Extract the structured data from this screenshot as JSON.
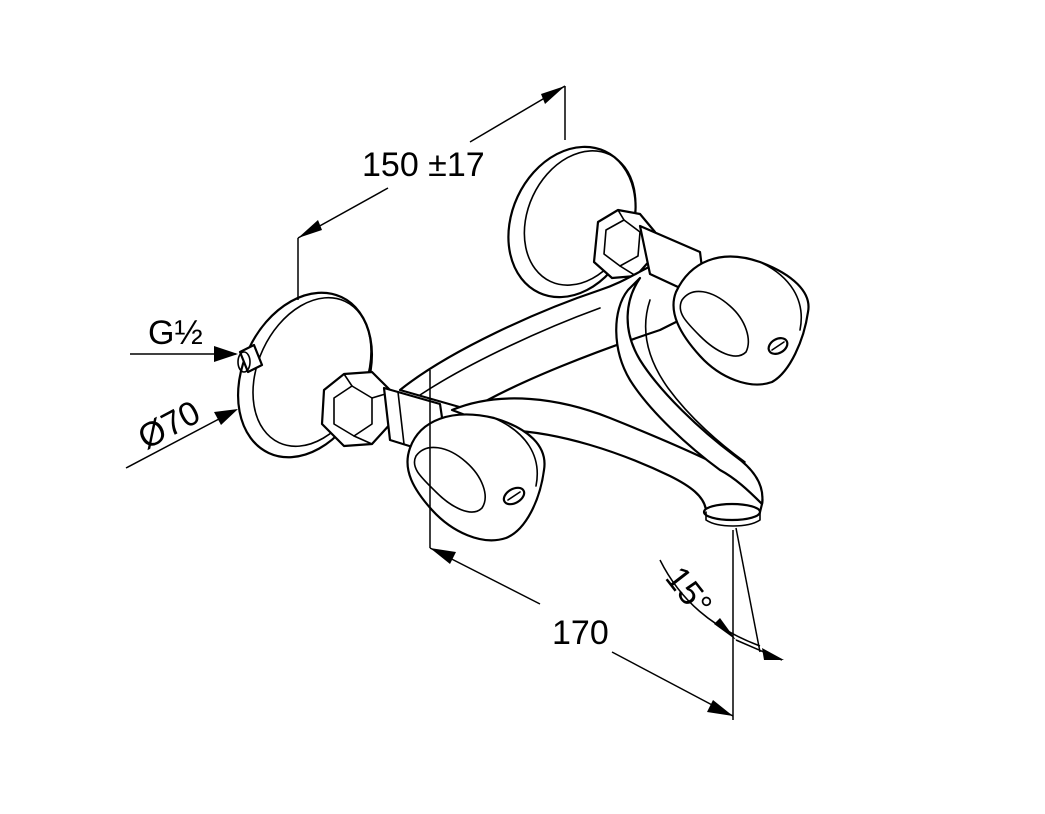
{
  "dimensions": {
    "center_distance": "150 ±17",
    "thread": "G½",
    "rosette_diameter": "Ø70",
    "spout_reach": "170",
    "swivel_angle": "15°"
  }
}
